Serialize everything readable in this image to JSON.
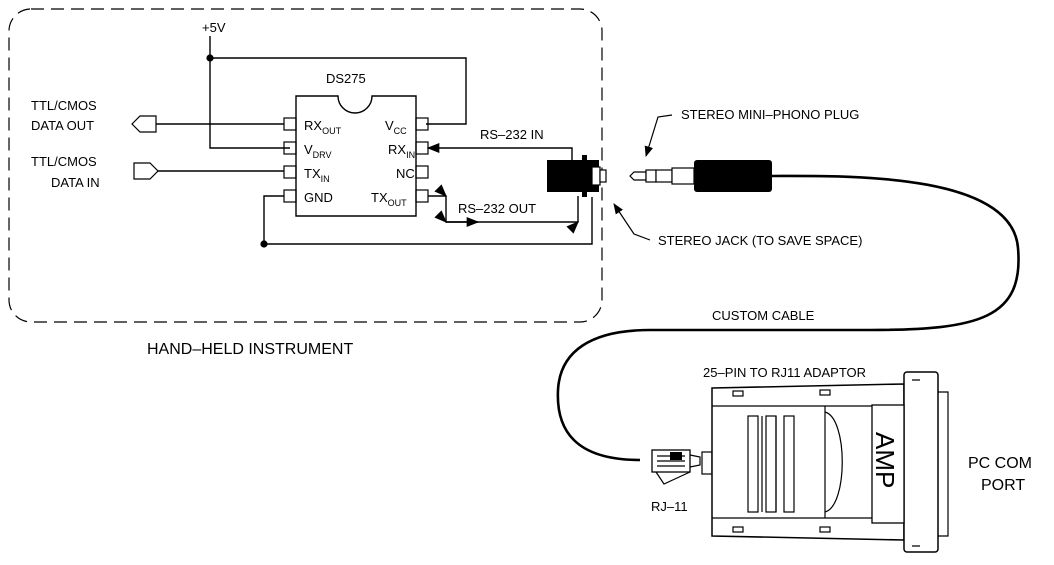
{
  "diagram": {
    "enclosure_label": "HAND–HELD INSTRUMENT",
    "supply_label": "+5V",
    "chip": {
      "name": "DS275",
      "pins": {
        "rx_out": {
          "base": "RX",
          "sub": "OUT"
        },
        "v_drv": {
          "base": "V",
          "sub": "DRV"
        },
        "tx_in": {
          "base": "TX",
          "sub": "IN"
        },
        "gnd": {
          "base": "GND",
          "sub": ""
        },
        "v_cc": {
          "base": "V",
          "sub": "CC"
        },
        "rx_in": {
          "base": "RX",
          "sub": "IN"
        },
        "nc": {
          "base": "NC",
          "sub": ""
        },
        "tx_out": {
          "base": "TX",
          "sub": "OUT"
        }
      }
    },
    "signals": {
      "data_out_line1": "TTL/CMOS",
      "data_out_line2": "DATA OUT",
      "data_in_line1": "TTL/CMOS",
      "data_in_line2": "DATA IN",
      "rs232_in": "RS–232 IN",
      "rs232_out": "RS–232 OUT"
    },
    "callouts": {
      "plug": "STEREO MINI–PHONO PLUG",
      "jack": "STEREO JACK (TO SAVE SPACE)",
      "cable": "CUSTOM CABLE",
      "adaptor": "25–PIN TO RJ11 ADAPTOR",
      "rj11": "RJ–11",
      "pc_port_line1": "PC COM",
      "pc_port_line2": "PORT",
      "amp": "AMP"
    }
  }
}
